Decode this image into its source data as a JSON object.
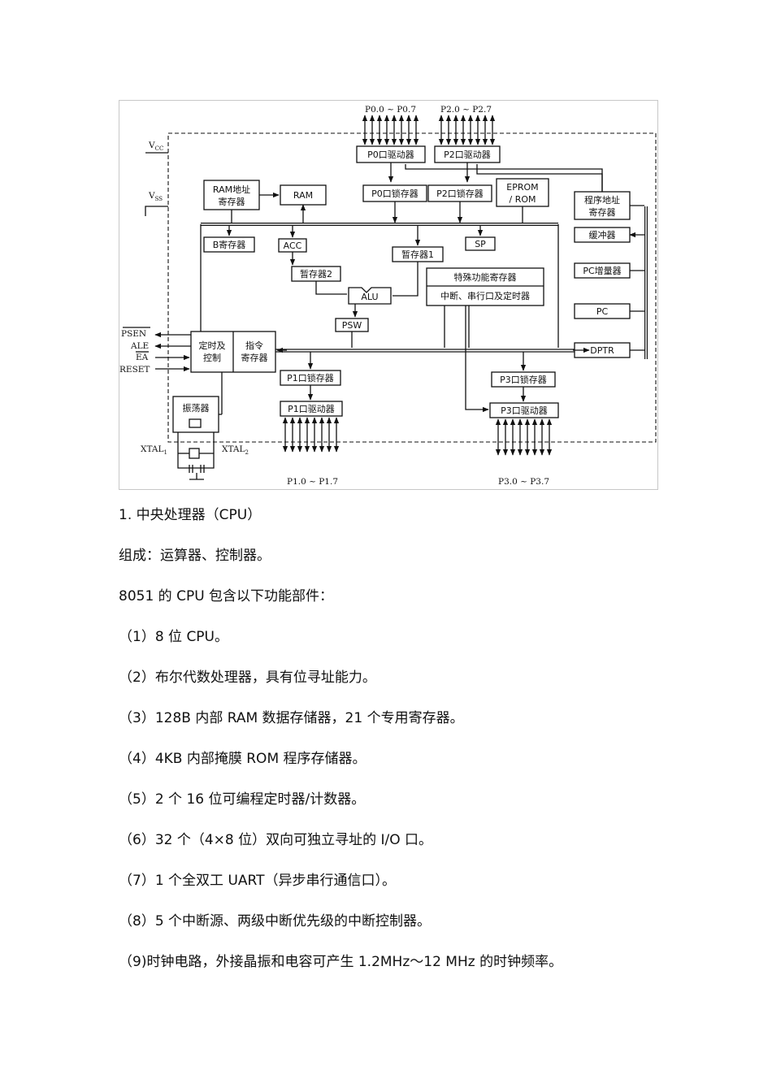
{
  "diagram": {
    "ports": {
      "p0": "P0.0 ~ P0.7",
      "p2": "P2.0 ~ P2.7",
      "p1": "P1.0 ~ P1.7",
      "p3": "P3.0 ~ P3.7"
    },
    "power": {
      "vcc": "V",
      "vcc_sub": "CC",
      "vss": "V",
      "vss_sub": "SS"
    },
    "blocks": {
      "p0_driver": "P0口驱动器",
      "p2_driver": "P2口驱动器",
      "p0_latch": "P0口锁存器",
      "p2_latch": "P2口锁存器",
      "ram_addr_1": "RAM地址",
      "ram_addr_2": "寄存器",
      "ram": "RAM",
      "eprom_1": "EPROM",
      "eprom_2": "/ ROM",
      "prog_addr_1": "程序地址",
      "prog_addr_2": "寄存器",
      "b_reg": "B寄存器",
      "acc": "ACC",
      "sp": "SP",
      "buffer": "缓冲器",
      "tmp1": "暂存器1",
      "tmp2": "暂存器2",
      "sfr_1": "特殊功能寄存器",
      "sfr_2": "中断、串行口及定时器",
      "pc_inc": "PC增量器",
      "alu": "ALU",
      "pc": "PC",
      "psw": "PSW",
      "timing_1": "定时及",
      "timing_2": "控制",
      "instr_1": "指令",
      "instr_2": "寄存器",
      "dptr": "DPTR",
      "p1_latch": "P1口锁存器",
      "p3_latch": "P3口锁存器",
      "p1_driver": "P1口驱动器",
      "p3_driver": "P3口驱动器",
      "osc": "振荡器"
    },
    "signals": {
      "psen": "PSEN",
      "ale": "ALE",
      "ea": "EA",
      "reset": "RESET"
    },
    "xtal": {
      "x1": "XTAL",
      "x1_sub": "1",
      "x2": "XTAL",
      "x2_sub": "2"
    }
  },
  "text": {
    "heading": "1.    中央处理器（CPU）",
    "composition": "组成：运算器、控制器。",
    "intro": "8051 的 CPU 包含以下功能部件：",
    "items": [
      "（1）8 位 CPU。",
      "（2）布尔代数处理器，具有位寻址能力。",
      "（3）128B 内部 RAM 数据存储器，21 个专用寄存器。",
      "（4）4KB 内部掩膜 ROM 程序存储器。",
      "（5）2 个 16 位可编程定时器/计数器。",
      "（6）32 个（4×8 位）双向可独立寻址的 I/O 口。",
      "（7）1 个全双工 UART（异步串行通信口）。",
      "（8）5 个中断源、两级中断优先级的中断控制器。",
      "（9)时钟电路，外接晶振和电容可产生 1.2MHz～12 MHz 的时钟频率。"
    ]
  }
}
